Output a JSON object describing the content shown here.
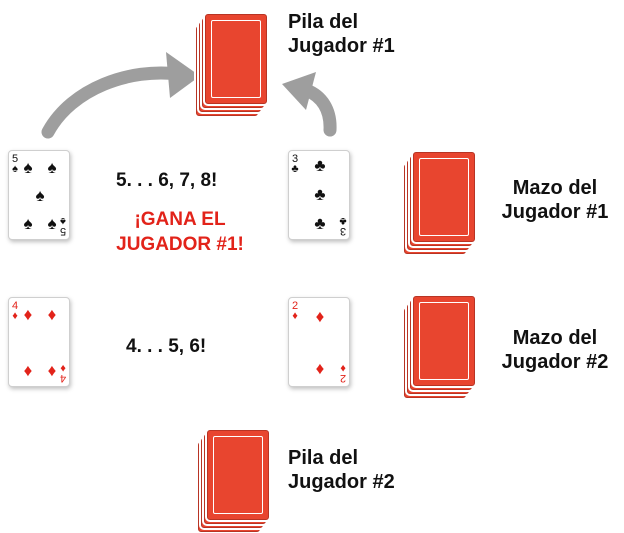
{
  "colors": {
    "card_back": "#e8452f",
    "winner_text": "#e2231a",
    "arrow": "#9e9e9e"
  },
  "piles": {
    "player1_pile": {
      "line1": "Pila del",
      "line2": "Jugador #1"
    },
    "player2_pile": {
      "line1": "Pila del",
      "line2": "Jugador #2"
    }
  },
  "decks": {
    "player1_deck": {
      "line1": "Mazo del",
      "line2": "Jugador #1"
    },
    "player2_deck": {
      "line1": "Mazo del",
      "line2": "Jugador #2"
    }
  },
  "row1": {
    "count": "5. . . 6, 7, 8!",
    "winner_line1": "¡GANA EL",
    "winner_line2": "JUGADOR #1!",
    "card_left": {
      "rank": "5",
      "suit": "♠",
      "suit_name": "spade-icon"
    },
    "card_right": {
      "rank": "3",
      "suit": "♣",
      "suit_name": "club-icon"
    }
  },
  "row2": {
    "count": "4. . . 5, 6!",
    "card_left": {
      "rank": "4",
      "suit": "♦",
      "suit_name": "diamond-icon"
    },
    "card_right": {
      "rank": "2",
      "suit": "♦",
      "suit_name": "diamond-icon"
    }
  }
}
